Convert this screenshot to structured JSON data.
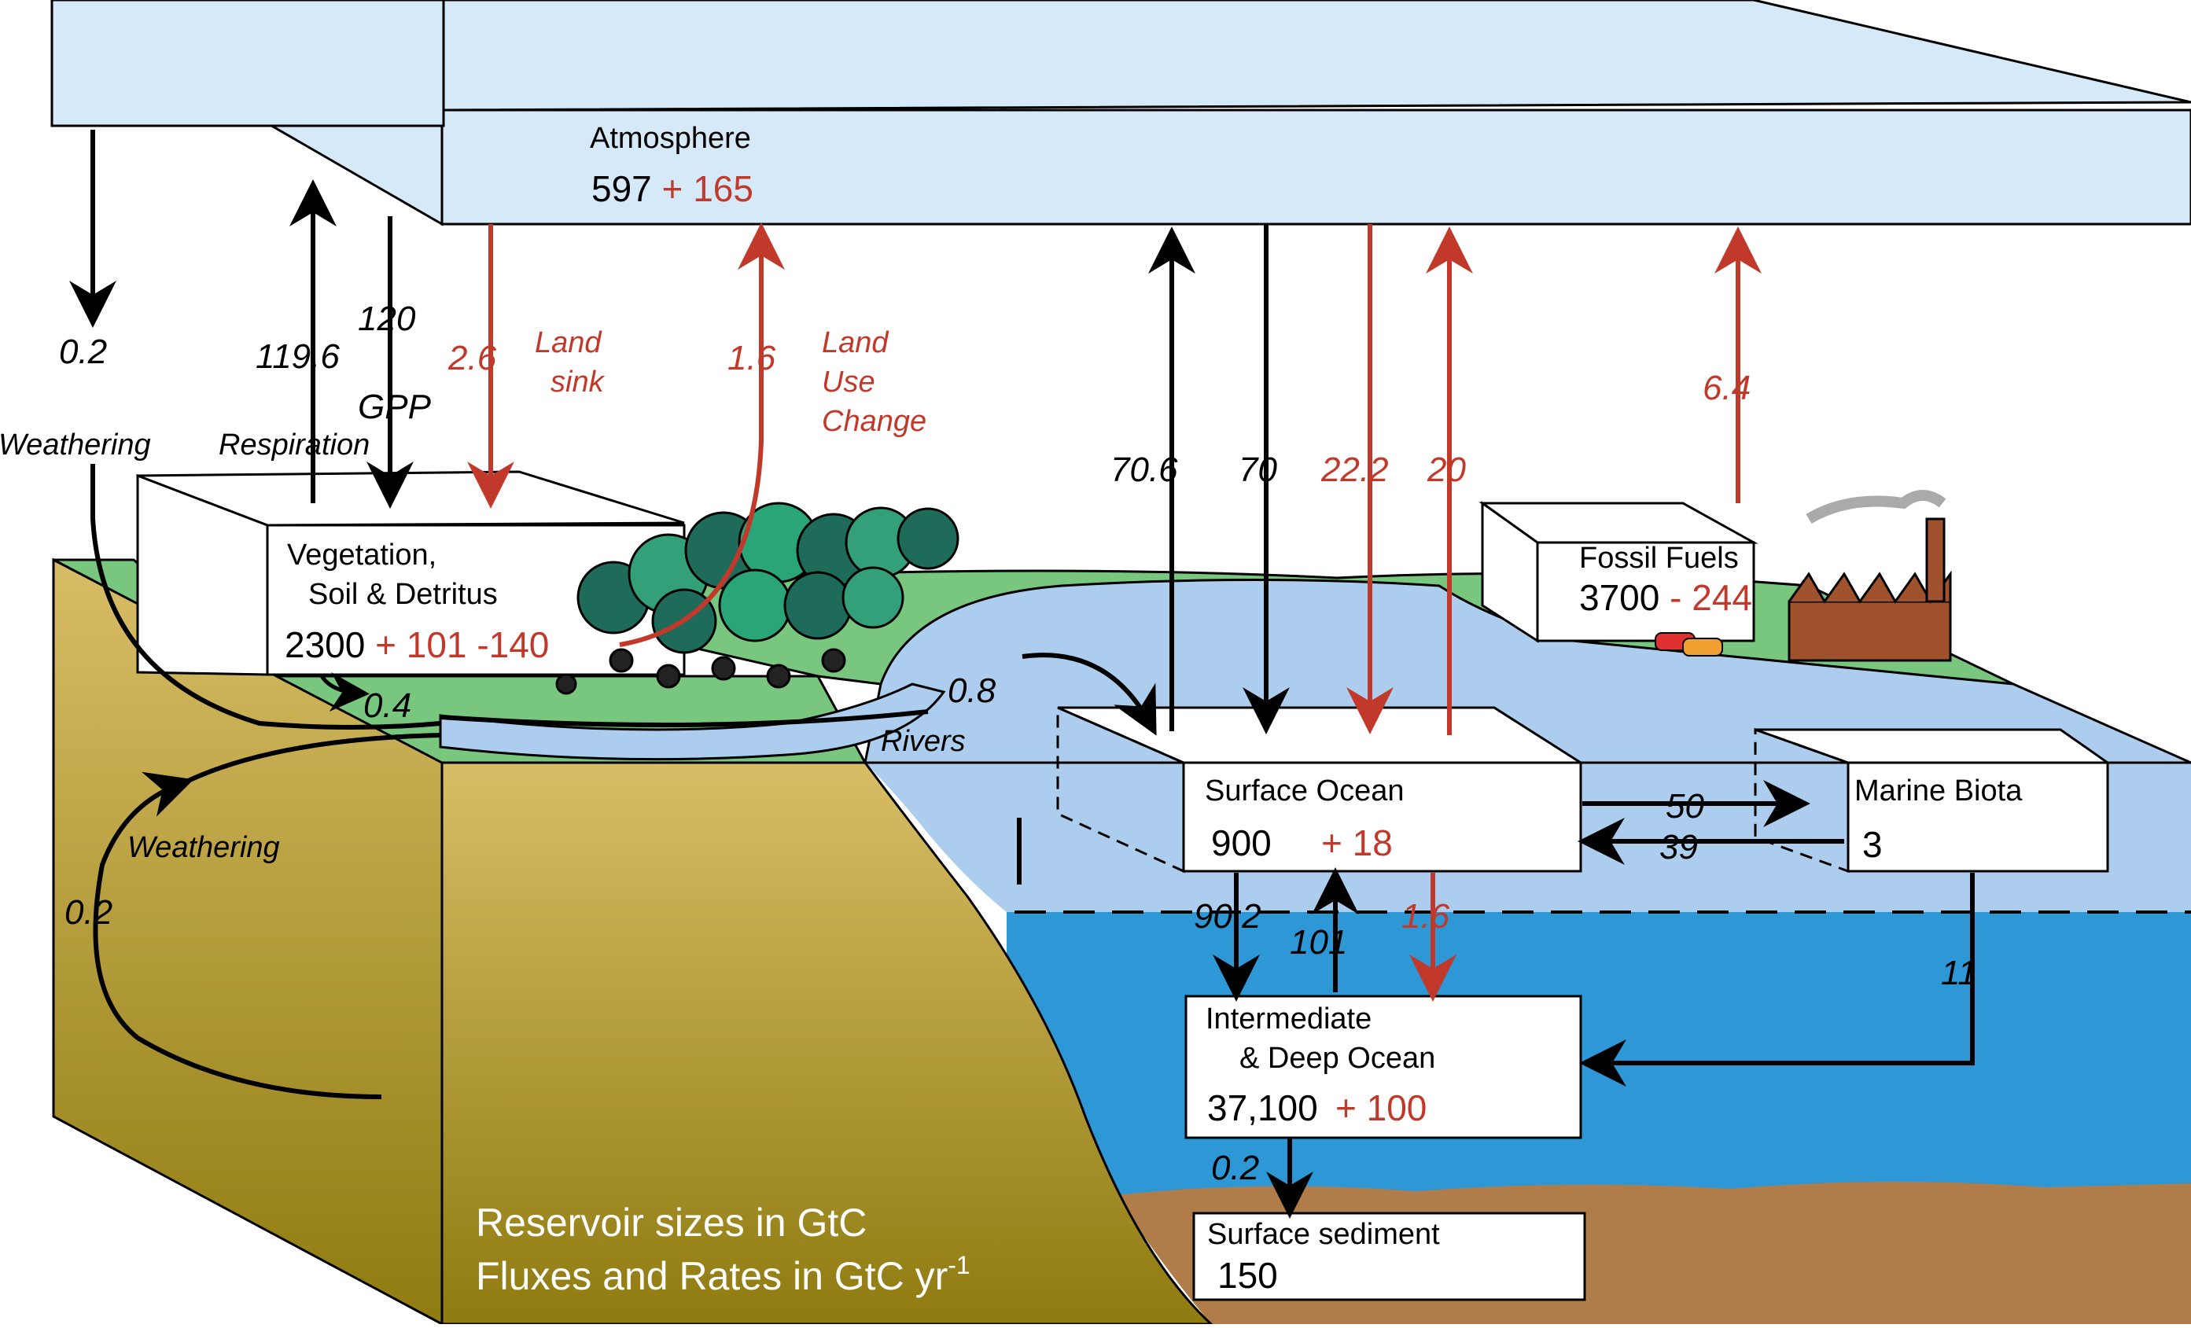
{
  "colors": {
    "accent_red": "#c0392b",
    "atmosphere": "#d6e9f8",
    "land": "#79c67f",
    "shallow_water": "#adcdee",
    "deep_water": "#2e97d6",
    "soil": "#b07d4a",
    "earth_block": "#c9ad58"
  },
  "reservoirs": {
    "atmosphere": {
      "name": "Atmosphere",
      "base": "597",
      "sign": "+",
      "delta": "165"
    },
    "vegetation": {
      "name_line1": "Vegetation,",
      "name_line2": "Soil & Detritus",
      "base": "2300",
      "delta1": "+ 101",
      "delta2": "-140"
    },
    "fossil": {
      "name": "Fossil Fuels",
      "base": "3700",
      "delta": "- 244"
    },
    "surface_ocean": {
      "name": "Surface Ocean",
      "base": "900",
      "delta": "+ 18"
    },
    "marine_biota": {
      "name": "Marine Biota",
      "value": "3"
    },
    "deep_ocean": {
      "name_line1": "Intermediate",
      "name_line2": "& Deep Ocean",
      "base": "37,100",
      "delta": "+ 100"
    },
    "sediment": {
      "name": "Surface sediment",
      "value": "150"
    }
  },
  "fluxes": {
    "weathering_atm": "0.2",
    "weathering_atm_label": "Weathering",
    "respiration": "119.6",
    "respiration_label": "Respiration",
    "gpp": "120",
    "gpp_label": "GPP",
    "land_sink": "2.6",
    "land_sink_label_1": "Land",
    "land_sink_label_2": "sink",
    "land_use": "1.6",
    "land_use_label_1": "Land",
    "land_use_label_2": "Use",
    "land_use_label_3": "Change",
    "ocean_up": "70.6",
    "ocean_down": "70",
    "ocean_anthro_down": "22.2",
    "ocean_anthro_up": "20",
    "fossil": "6.4",
    "rivers_veg": "0.4",
    "rivers_ocean": "0.8",
    "rivers_label": "Rivers",
    "weathering_ground": "0.2",
    "weathering_ground_label": "Weathering",
    "bio_out": "50",
    "bio_in": "39",
    "downwelling": "90.2",
    "upwelling": "101",
    "anthro_deep": "1.6",
    "biota_sink": "11",
    "sedimentation": "0.2"
  },
  "notes": {
    "line1": "Reservoir sizes in GtC",
    "line2": "Fluxes and Rates in GtC yr",
    "line2_sup": "-1"
  }
}
